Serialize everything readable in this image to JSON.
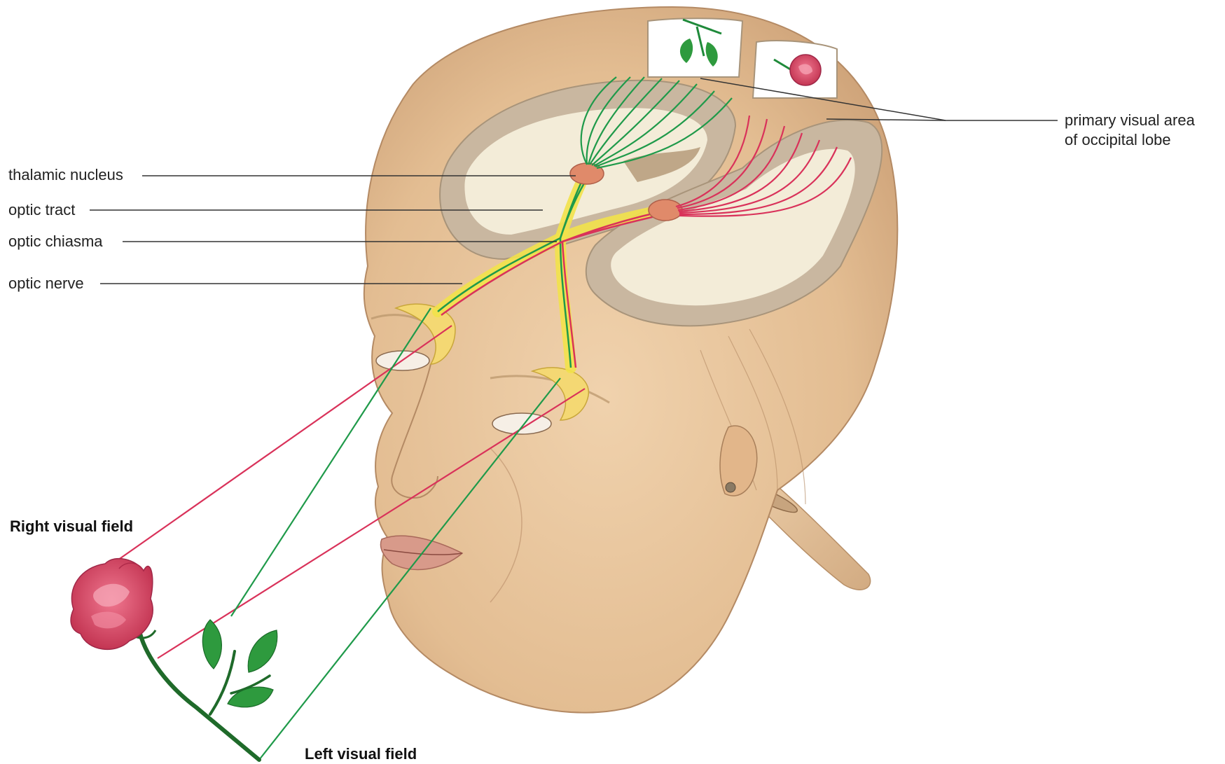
{
  "labels": {
    "thalamic_nucleus": "thalamic nucleus",
    "optic_tract": "optic tract",
    "optic_chiasma": "optic chiasma",
    "optic_nerve": "optic nerve",
    "primary_visual_area_line1": "primary visual area",
    "primary_visual_area_line2": "of occipital lobe",
    "right_visual_field": "Right visual field",
    "left_visual_field": "Left visual field"
  },
  "colors": {
    "skin": "#e8c49c",
    "skin_shadow": "#c9a078",
    "brain_gray": "#c9b7a0",
    "brain_white": "#f3ecd8",
    "nerve_yellow": "#f2e24a",
    "pathway_green": "#1f9a4a",
    "pathway_red": "#d9325a",
    "nucleus": "#e08a6a",
    "rose": "#d9506e",
    "leaf": "#2e9a3e",
    "leader_line": "#333333"
  }
}
